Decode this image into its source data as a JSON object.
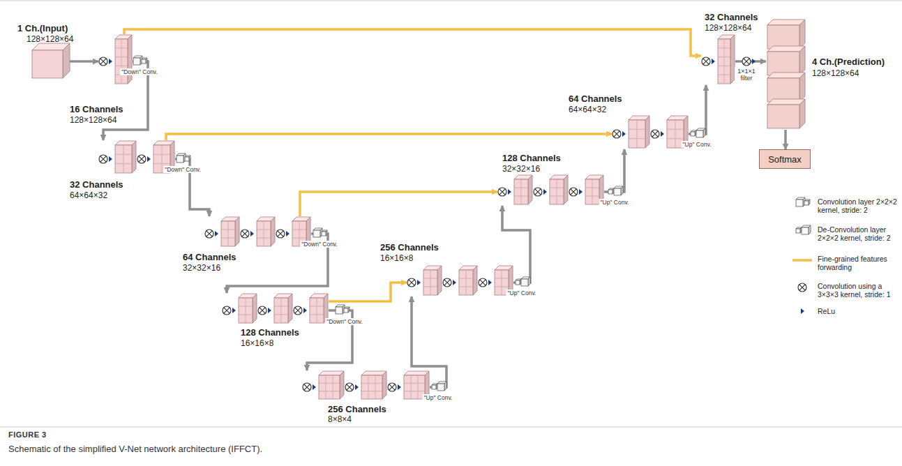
{
  "diagram": {
    "title": "FIGURE 3",
    "caption": "Schematic of the simplified V-Net network architecture (IFFCT).",
    "nodes": [
      {
        "text": [
          "1 Ch.(Input)",
          "128×128×64"
        ]
      },
      {
        "text": [
          "16 Channels",
          "128×128×64"
        ]
      },
      {
        "text": [
          "32 Channels",
          "64×64×32"
        ]
      },
      {
        "text": [
          "64 Channels",
          "32×32×16"
        ]
      },
      {
        "text": [
          "128 Channels",
          "16×16×8"
        ]
      },
      {
        "text": [
          "256 Channels",
          "8×8×4"
        ]
      },
      {
        "text": [
          "256 Channels",
          "16×16×8"
        ]
      },
      {
        "text": [
          "128 Channels",
          "32×32×16"
        ]
      },
      {
        "text": [
          "64 Channels",
          "64×64×32"
        ]
      },
      {
        "text": [
          "32 Channels",
          "128×128×64"
        ]
      },
      {
        "text": [
          "4 Ch.(Prediction)",
          "128×128×64"
        ]
      },
      {
        "text": [
          "Softmax"
        ]
      }
    ],
    "edges": [
      {
        "from": 0,
        "to": 1,
        "arrow": "to"
      },
      {
        "from": 1,
        "to": 2,
        "arrow": "to"
      },
      {
        "from": 2,
        "to": 3,
        "arrow": "to"
      },
      {
        "from": 3,
        "to": 4,
        "arrow": "to"
      },
      {
        "from": 4,
        "to": 5,
        "arrow": "to"
      },
      {
        "from": 5,
        "to": 6,
        "arrow": "to"
      },
      {
        "from": 6,
        "to": 7,
        "arrow": "to"
      },
      {
        "from": 7,
        "to": 8,
        "arrow": "to"
      },
      {
        "from": 8,
        "to": 9,
        "arrow": "to"
      },
      {
        "from": 9,
        "to": 10,
        "arrow": "to"
      },
      {
        "from": 10,
        "to": 11,
        "arrow": "to"
      },
      {
        "from": 1,
        "to": 9,
        "arrow": "to"
      },
      {
        "from": 2,
        "to": 8,
        "arrow": "to"
      },
      {
        "from": 3,
        "to": 7,
        "arrow": "to"
      },
      {
        "from": 4,
        "to": 6,
        "arrow": "to"
      }
    ],
    "labels": [
      "\"Down\" Conv.",
      "\"Down\" Conv.",
      "\"Down\" Conv.",
      "\"Down\" Conv.",
      "\"Up\" Conv.",
      "\"Up\" Conv.",
      "\"Up\" Conv.",
      "\"Up\" Conv.",
      "1×1×1 filter"
    ],
    "legend": [
      {
        "text": "Convolution layer 2×2×2 kernel, stride: 2"
      },
      {
        "text": "De-Convolution layer 2×2×2 kernel, stride: 2"
      },
      {
        "text": "Fine-grained features forwarding"
      },
      {
        "text": "Convolution using a 3×3×3 kernel, stride: 1"
      },
      {
        "text": "ReLu"
      }
    ]
  }
}
